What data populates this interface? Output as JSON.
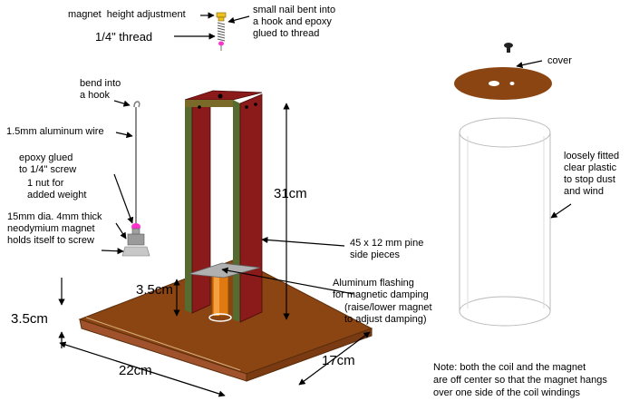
{
  "labels": {
    "magnet_height_adjustment": "magnet  height adjustment",
    "nail_hook_note": "small nail bent into\na hook and epoxy\nglued to thread",
    "thread_size": "1/4\" thread",
    "bend_into_hook": "bend into\na hook",
    "aluminum_wire": "1.5mm aluminum wire",
    "epoxy_glued": "epoxy glued\nto 1/4\" screw",
    "nut_weight": "1 nut for\nadded weight",
    "magnet_spec": "15mm dia. 4mm thick\nneodymium magnet\nholds itself to screw",
    "height_31cm": "31cm",
    "side_pieces": "45 x 12 mm pine\nside pieces",
    "aluminum_flashing": "Aluminum flashing\nfor magnetic damping",
    "raise_lower": "(raise/lower magnet\nto adjust damping)",
    "gap_3_5cm": "3.5cm",
    "base_3_5cm": "3.5cm",
    "width_22cm": "22cm",
    "depth_17cm": "17cm",
    "cover": "cover",
    "loosely_fitted": "loosely fitted\nclear plastic\nto stop dust\nand wind",
    "note": "Note: both the coil and the magnet\nare off center so that the magnet hangs\nover one side of the coil windings"
  },
  "colors": {
    "base_top": "#8B4513",
    "base_edge": "#A0522D",
    "pine_side": "#8B1A1A",
    "pine_edge": "#556B2F",
    "coil": "#E07A10",
    "flashing": "#B0B0B0",
    "magnet": "#FF33CC",
    "screw": "#F0C020"
  },
  "icons": [
    "screw-icon",
    "magnet-icon",
    "nut-icon",
    "cover-knob-icon"
  ]
}
